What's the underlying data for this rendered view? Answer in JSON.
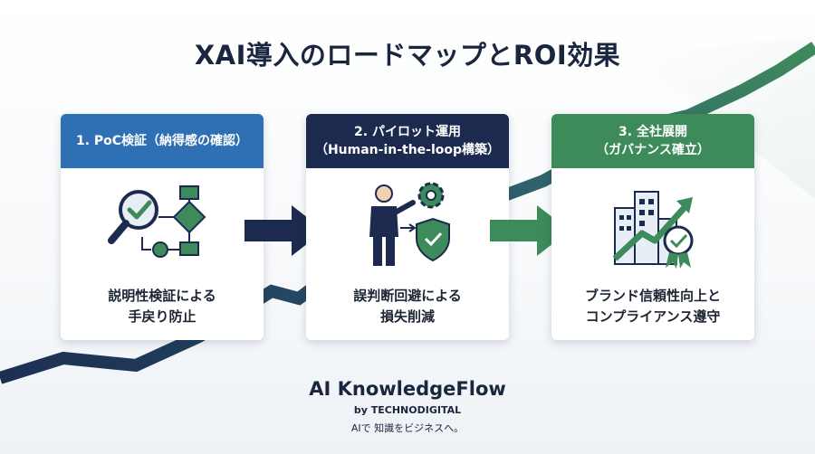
{
  "title": "XAI導入のロードマップとROI効果",
  "steps": [
    {
      "header_line1": "1. PoC検証（納得感の確認）",
      "header_line2": "",
      "desc_line1": "説明性検証による",
      "desc_line2": "手戻り防止",
      "header_color": "#2f6fb4",
      "icon": "magnifier-flowchart-icon"
    },
    {
      "header_line1": "2. パイロット運用",
      "header_line2": "（Human-in-the-loop構築）",
      "desc_line1": "誤判断回避による",
      "desc_line2": "損失削減",
      "header_color": "#1b2a4e",
      "icon": "person-gear-shield-icon"
    },
    {
      "header_line1": "3. 全社展開",
      "header_line2": "（ガバナンス確立）",
      "desc_line1": "ブランド信頼性向上と",
      "desc_line2": "コンプライアンス遵守",
      "header_color": "#3d8a5a",
      "icon": "buildings-growth-badge-icon"
    }
  ],
  "footer": {
    "brand": "AI KnowledgeFlow",
    "by": "by TECHNODIGITAL",
    "tagline": "AIで 知識をビジネスへ。"
  },
  "colors": {
    "navy": "#1b2a4e",
    "blue": "#2f6fb4",
    "green": "#3d8a5a",
    "trend_line": "#1f3a5c"
  }
}
